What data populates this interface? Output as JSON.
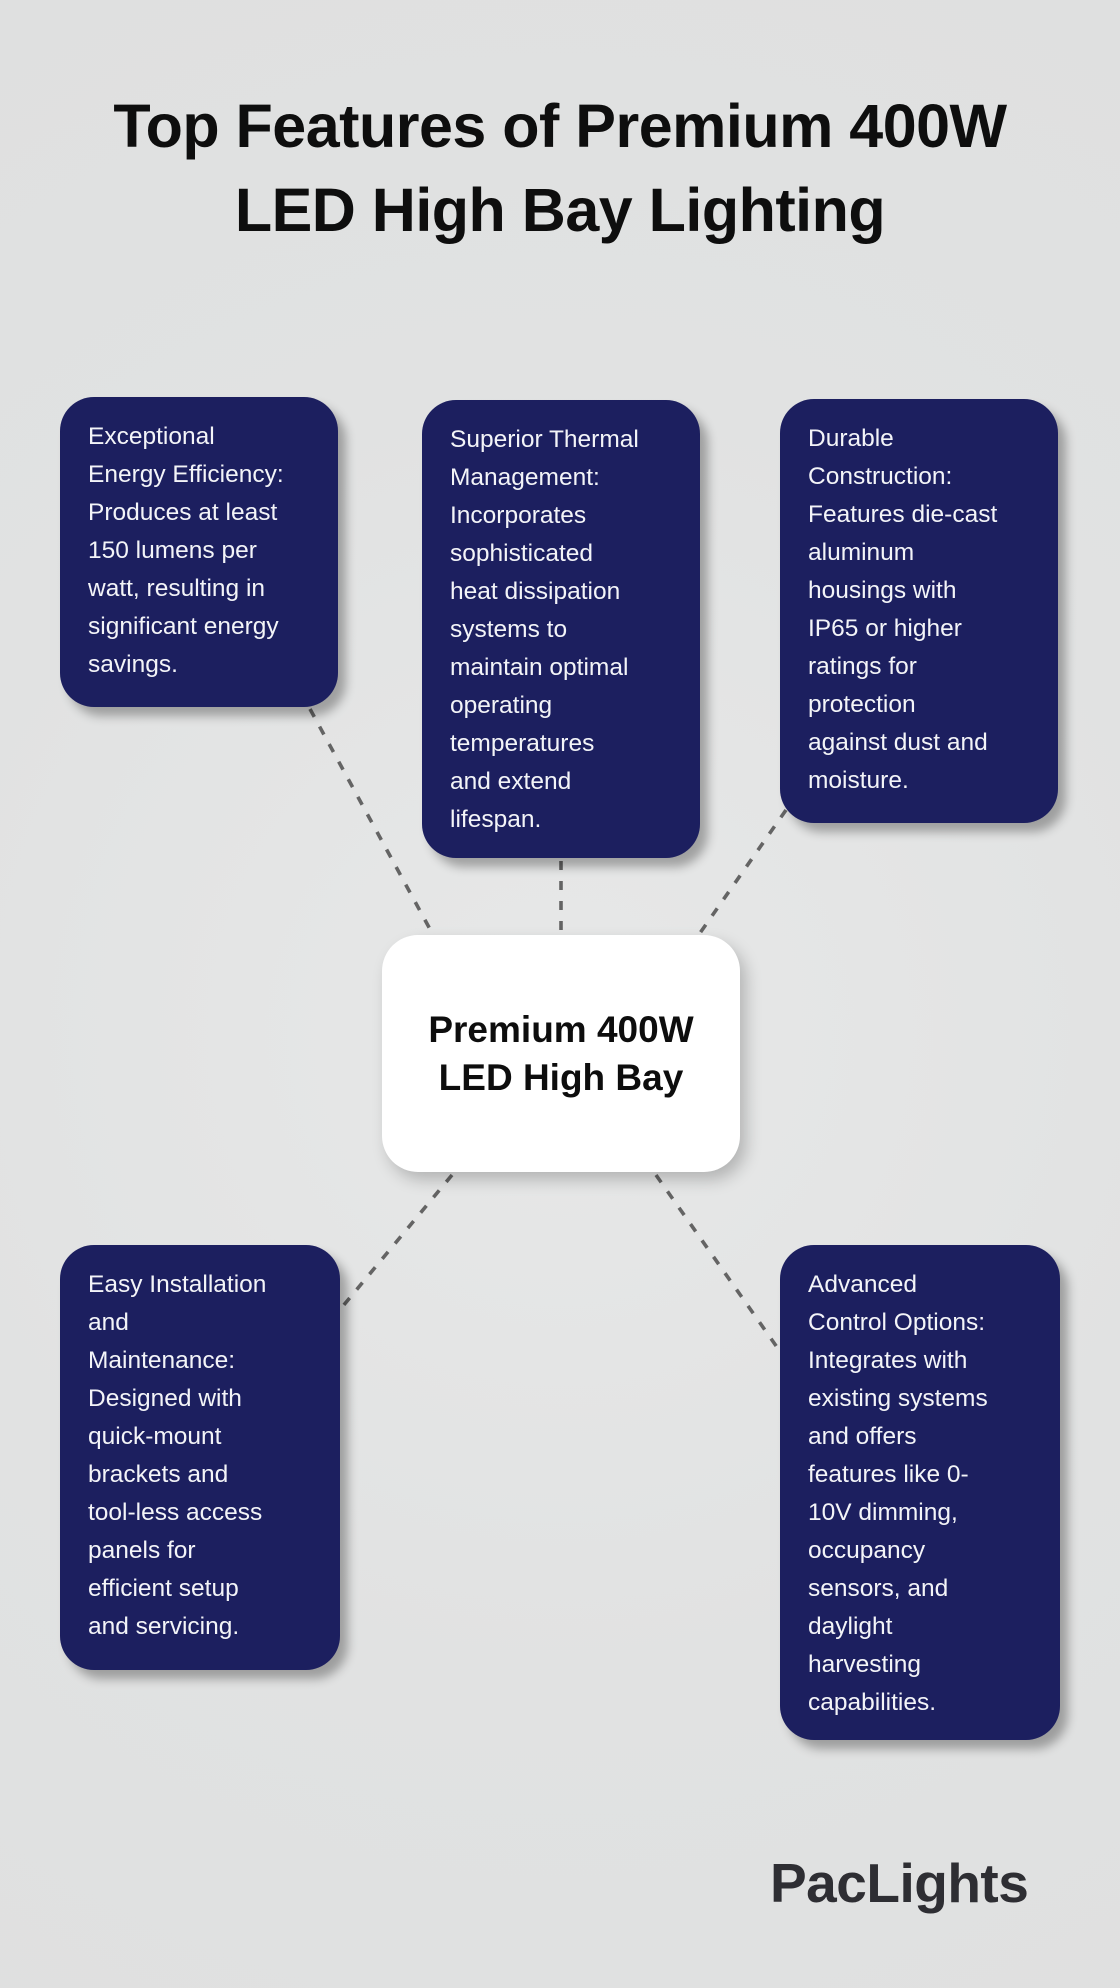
{
  "title": "Top Features of Premium 400W\nLED High Bay Lighting",
  "center_node": {
    "label": "Premium 400W\nLED High Bay"
  },
  "features": [
    {
      "name": "exceptional-energy-efficiency",
      "text": "Exceptional\nEnergy Efficiency:\nProduces at least\n150 lumens per\nwatt, resulting in\nsignificant energy\nsavings."
    },
    {
      "name": "superior-thermal-management",
      "text": "Superior Thermal\nManagement:\nIncorporates\nsophisticated\nheat dissipation\nsystems to\nmaintain optimal\noperating\ntemperatures\nand extend\nlifespan."
    },
    {
      "name": "durable-construction",
      "text": "Durable\nConstruction:\nFeatures die-cast\naluminum\nhousings with\nIP65 or higher\nratings for\nprotection\nagainst dust and\nmoisture."
    },
    {
      "name": "easy-installation-maintenance",
      "text": "Easy Installation\nand\nMaintenance:\nDesigned with\nquick-mount\nbrackets and\ntool-less access\npanels for\nefficient setup\nand servicing."
    },
    {
      "name": "advanced-control-options",
      "text": "Advanced\nControl Options:\nIntegrates with\nexisting systems\nand offers\nfeatures like 0-\n10V dimming,\noccupancy\nsensors, and\ndaylight\nharvesting\ncapabilities."
    }
  ],
  "logo": {
    "text": "PacLights"
  },
  "colors": {
    "background": "#e1e2e2",
    "feature_card": "#1c1f5f",
    "feature_text": "#f3f4f8",
    "center_bg": "#ffffff",
    "title_text": "#0e0e0e",
    "connector": "#646464",
    "logo_text": "#2e2e33"
  }
}
